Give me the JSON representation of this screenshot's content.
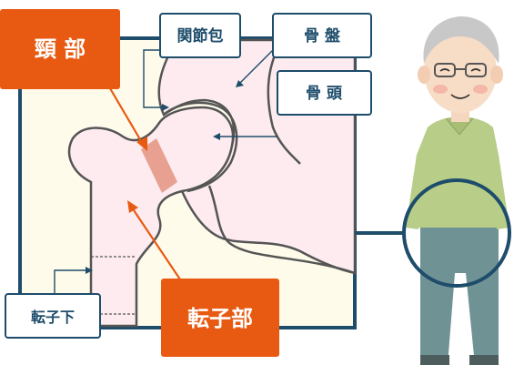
{
  "labels": {
    "neck": "頸 部",
    "capsule": "関節包",
    "pelvis": "骨 盤",
    "femoral_head": "骨 頭",
    "trochanteric": "転子部",
    "subtrochanteric": "転子下"
  },
  "icons": {
    "person": "elderly-man-illustration",
    "zoom": "magnifier-circle"
  },
  "colors": {
    "frame": "#1e4d6b",
    "panel_fill": "#fffbeb",
    "bone_fill": "#fdebef",
    "bone_stroke": "#555555",
    "neck_highlight": "#e8a090",
    "callout_orange": "#e85a12",
    "arrow_red": "#e85a12",
    "label_text": "#1e4d6b"
  }
}
